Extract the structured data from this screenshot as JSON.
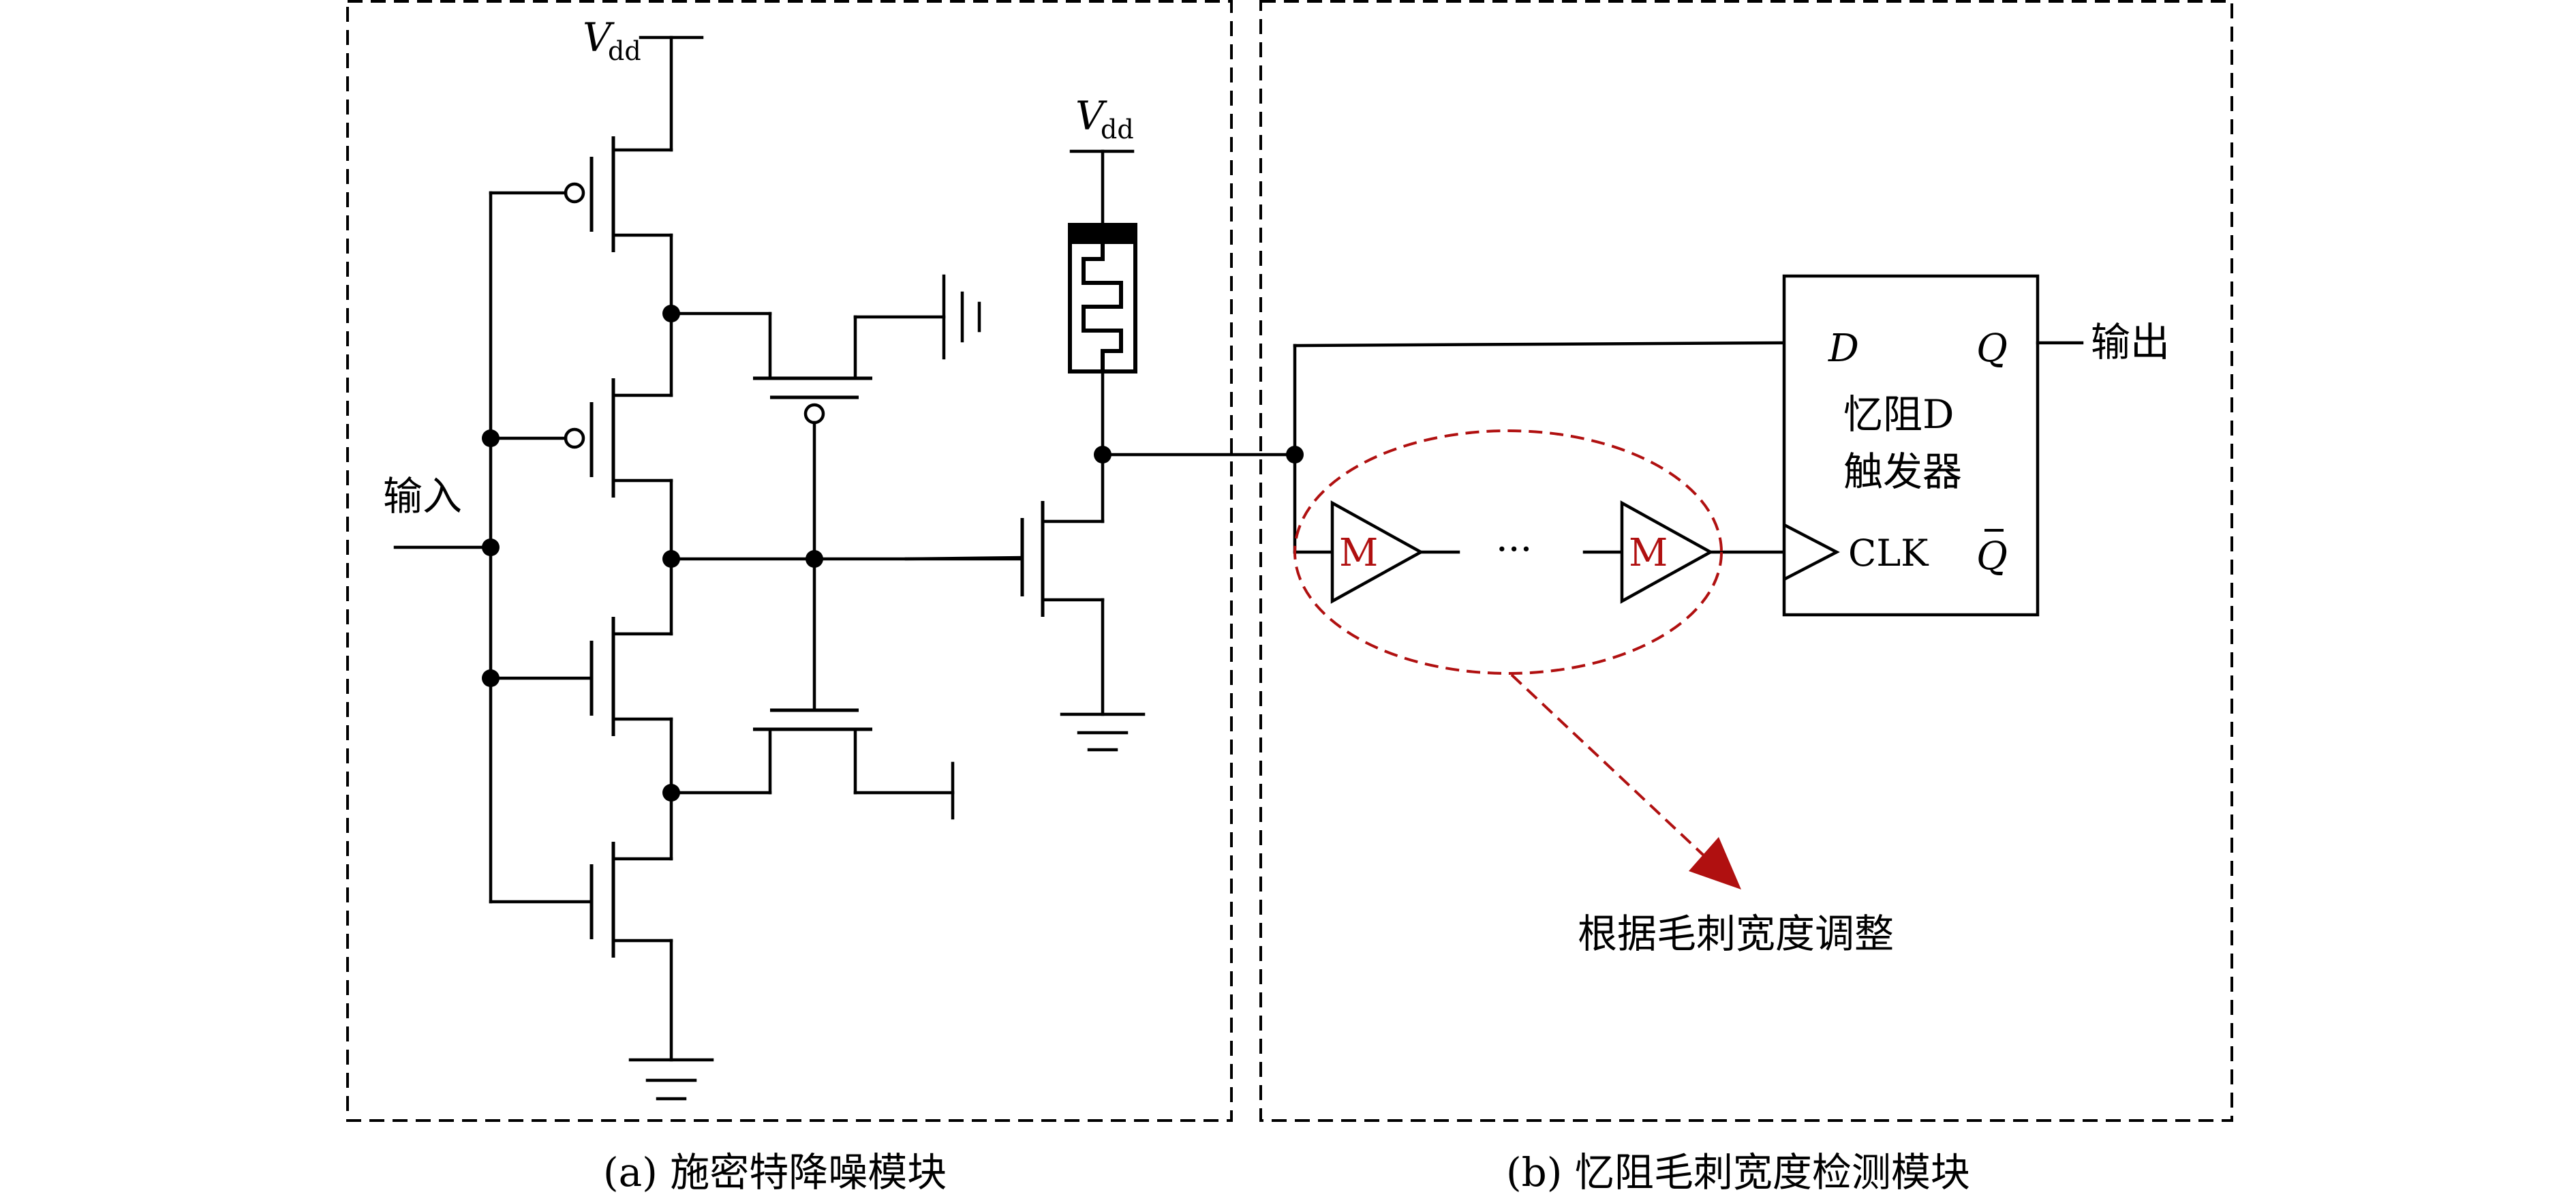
{
  "panel_a": {
    "caption": "(a) 施密特降噪模块",
    "vdd_main": "V",
    "vdd_sub": "dd",
    "input_label": "输入"
  },
  "memristor_supply": {
    "vdd_main": "V",
    "vdd_sub": "dd"
  },
  "panel_b": {
    "caption": "(b) 忆阻毛刺宽度检测模块",
    "buffer_label": "M",
    "ellipsis": "···",
    "adjust_note": "根据毛刺宽度调整",
    "flipflop": {
      "title_line1": "忆阻D",
      "title_line2": "触发器",
      "pin_d": "D",
      "pin_q": "Q",
      "pin_clk": "CLK",
      "pin_qbar": "Q"
    },
    "output_label": "输出"
  },
  "colors": {
    "wire": "#000000",
    "highlight": "#b01010"
  }
}
